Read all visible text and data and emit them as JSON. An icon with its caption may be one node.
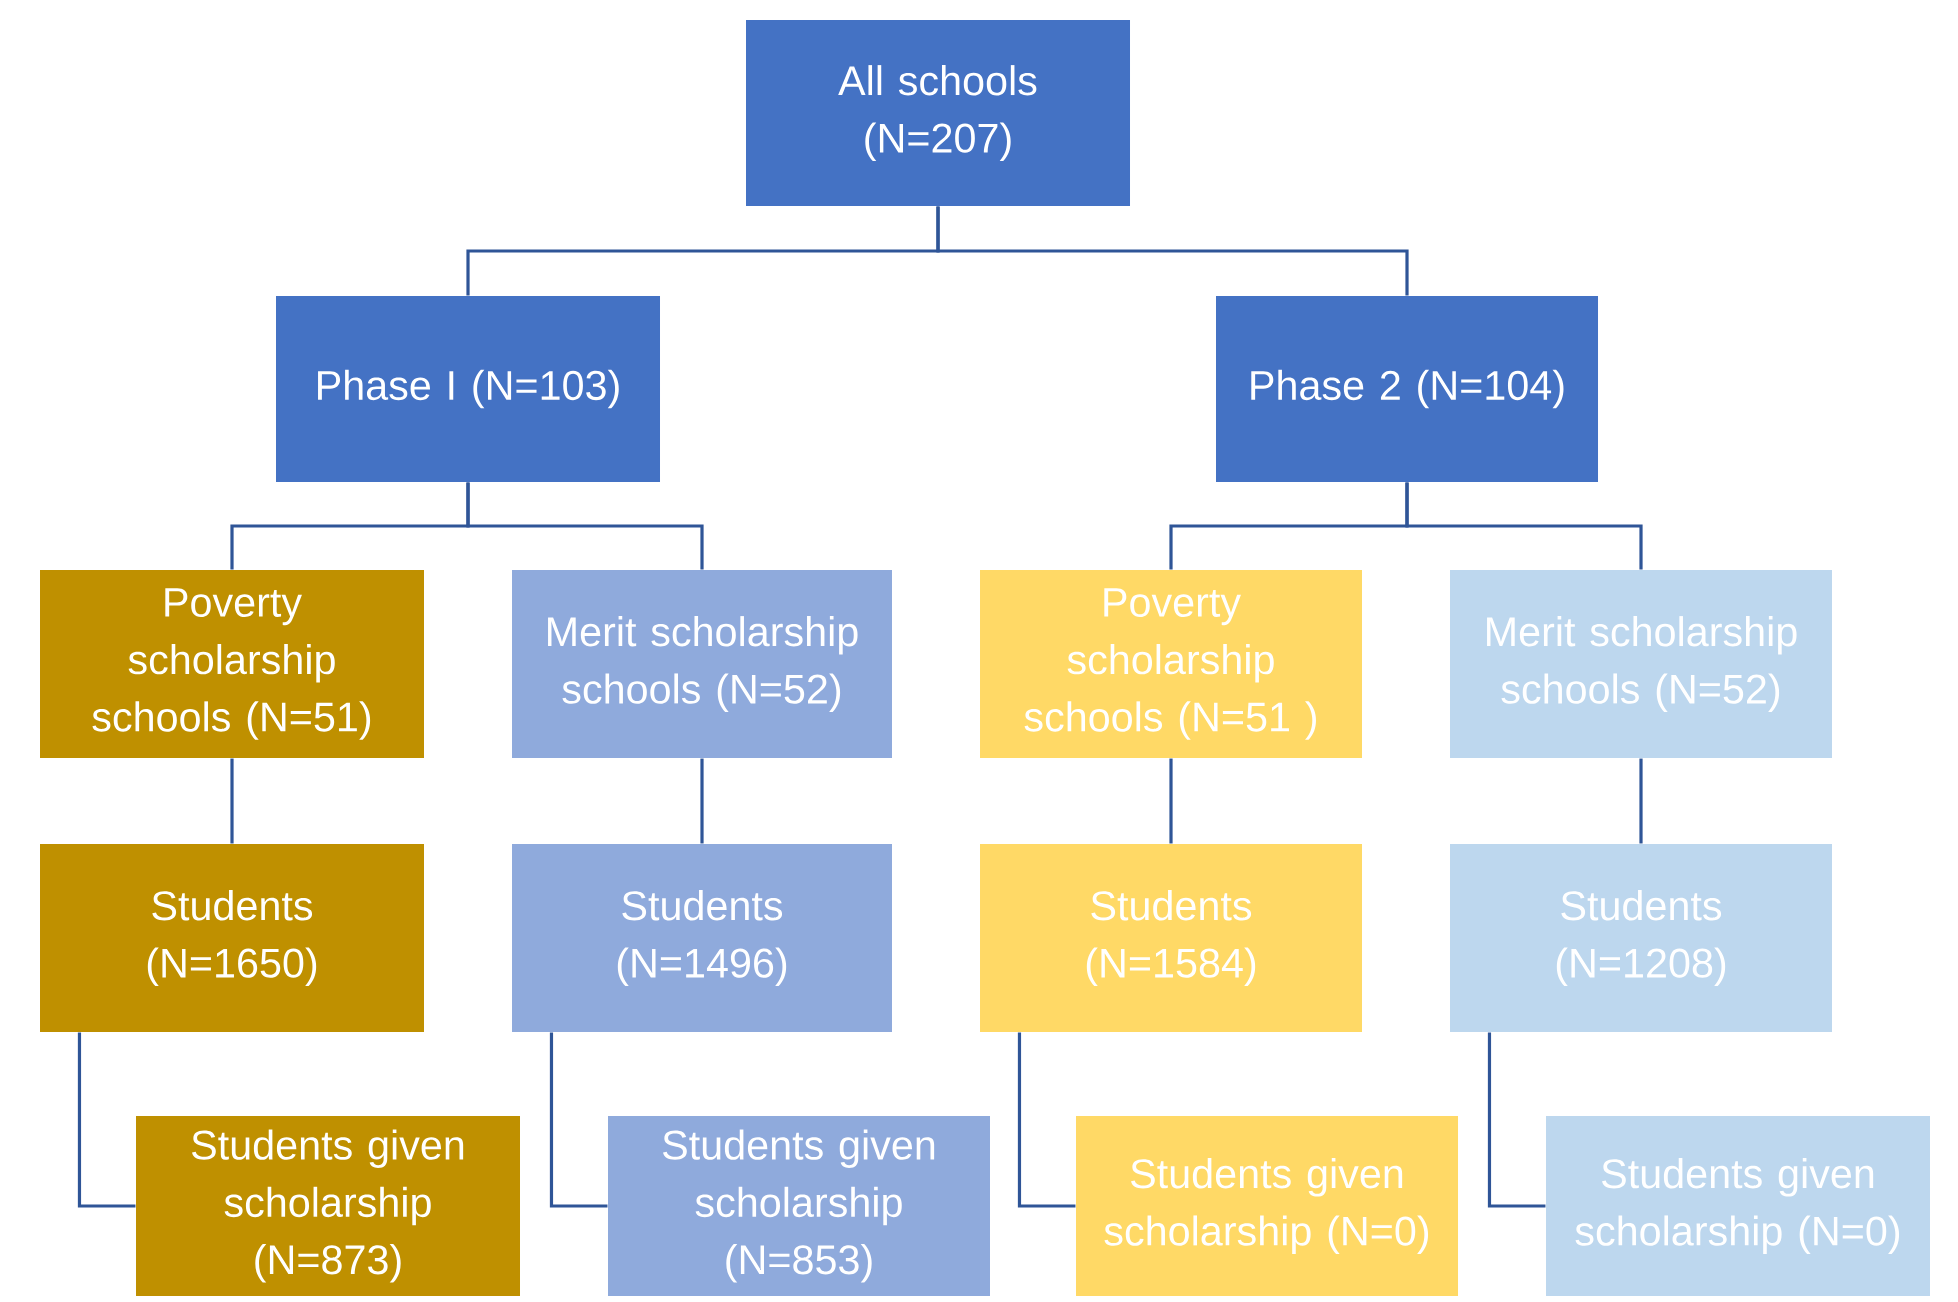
{
  "diagram": {
    "nodes": [
      {
        "text": [
          "All schools (N=207)"
        ]
      },
      {
        "text": [
          "Phase I (N=103)"
        ]
      },
      {
        "text": [
          "Phase 2 (N=104)"
        ]
      },
      {
        "text": [
          "Poverty scholarship schools (N=51)"
        ]
      },
      {
        "text": [
          "Merit scholarship schools (N=52)"
        ]
      },
      {
        "text": [
          "Poverty scholarship schools (N=51 )"
        ]
      },
      {
        "text": [
          "Merit scholarship schools (N=52)"
        ]
      },
      {
        "text": [
          "Students (N=1650)"
        ]
      },
      {
        "text": [
          "Students (N=1496)"
        ]
      },
      {
        "text": [
          "Students (N=1584)"
        ]
      },
      {
        "text": [
          "Students (N=1208)"
        ]
      },
      {
        "text": [
          "Students given scholarship (N=873)"
        ]
      },
      {
        "text": [
          "Students given scholarship (N=853)"
        ]
      },
      {
        "text": [
          "Students given scholarship (N=0)"
        ]
      },
      {
        "text": [
          "Students given scholarship (N=0)"
        ]
      }
    ],
    "edges": [
      {
        "from": 0,
        "to": 1,
        "arrow": "none"
      },
      {
        "from": 0,
        "to": 2,
        "arrow": "none"
      },
      {
        "from": 1,
        "to": 3,
        "arrow": "none"
      },
      {
        "from": 1,
        "to": 4,
        "arrow": "none"
      },
      {
        "from": 2,
        "to": 5,
        "arrow": "none"
      },
      {
        "from": 2,
        "to": 6,
        "arrow": "none"
      },
      {
        "from": 3,
        "to": 7,
        "arrow": "none"
      },
      {
        "from": 4,
        "to": 8,
        "arrow": "none"
      },
      {
        "from": 5,
        "to": 9,
        "arrow": "none"
      },
      {
        "from": 6,
        "to": 10,
        "arrow": "none"
      },
      {
        "from": 7,
        "to": 11,
        "arrow": "none"
      },
      {
        "from": 8,
        "to": 12,
        "arrow": "none"
      },
      {
        "from": 9,
        "to": 13,
        "arrow": "none"
      },
      {
        "from": 10,
        "to": 14,
        "arrow": "none"
      }
    ]
  }
}
